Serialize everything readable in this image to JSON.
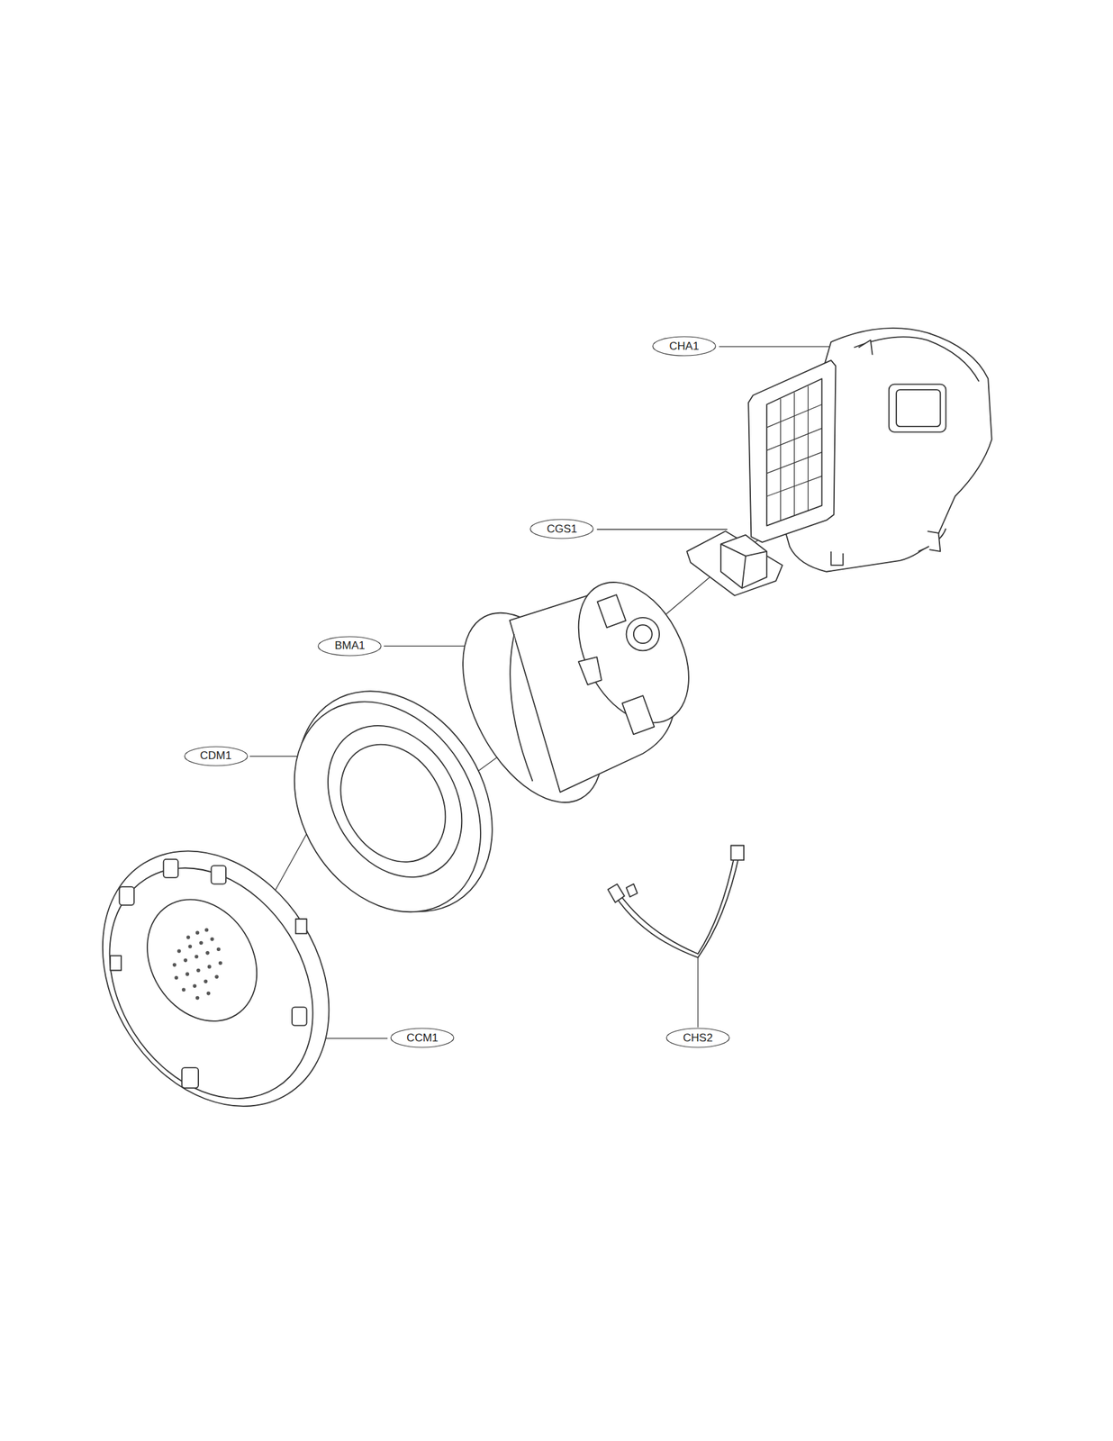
{
  "diagram": {
    "nodes": [
      {
        "text": [
          "CHA1"
        ]
      },
      {
        "text": [
          "CGS1"
        ]
      },
      {
        "text": [
          "BMA1"
        ]
      },
      {
        "text": [
          "CDM1"
        ]
      },
      {
        "text": [
          "CCM1"
        ]
      },
      {
        "text": [
          "CHS2"
        ]
      }
    ]
  }
}
